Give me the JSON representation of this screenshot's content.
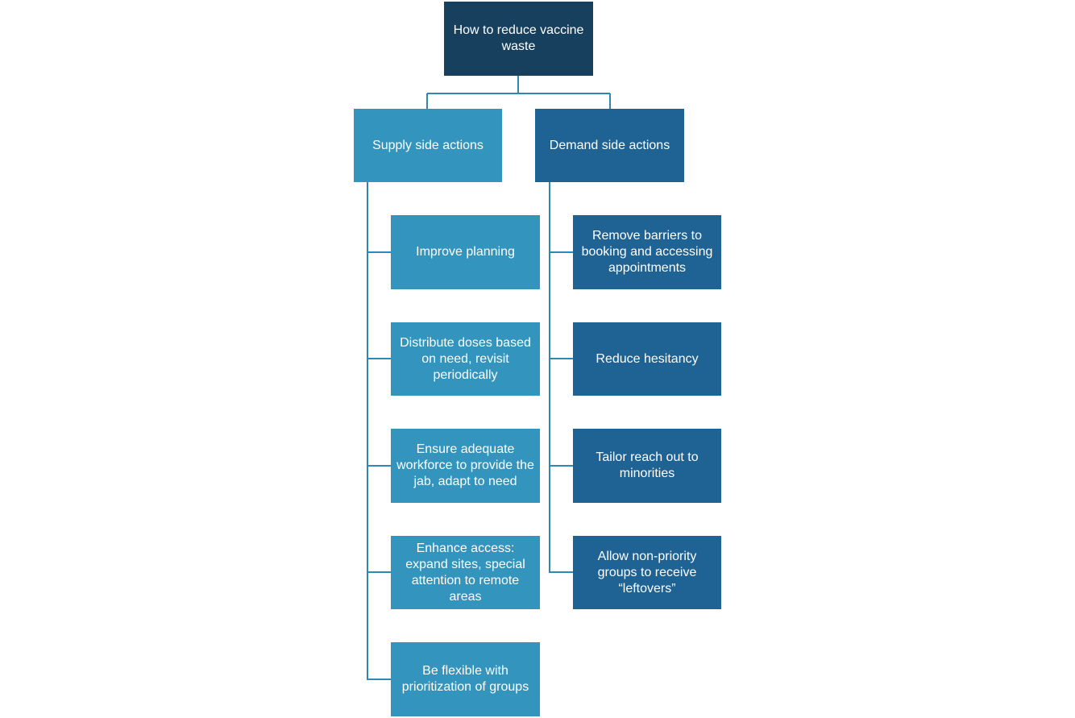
{
  "colors": {
    "root": "#17405f",
    "supply": "#3394bd",
    "demand": "#1f6294",
    "connector": "#3394bd"
  },
  "root": {
    "label": "How to reduce vaccine waste"
  },
  "branches": [
    {
      "label": "Supply side actions",
      "items": [
        "Improve planning",
        "Distribute doses based on need, revisit periodically",
        "Ensure adequate workforce to provide the jab, adapt to need",
        "Enhance access: expand sites, special attention to remote areas",
        "Be flexible with prioritization of groups"
      ]
    },
    {
      "label": "Demand side actions",
      "items": [
        "Remove barriers to booking and accessing appointments",
        "Reduce hesitancy",
        "Tailor reach out to minorities",
        "Allow non-priority groups to receive “leftovers”"
      ]
    }
  ]
}
